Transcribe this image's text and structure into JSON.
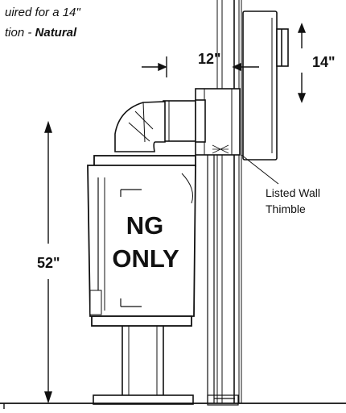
{
  "caption": {
    "line1": "uired for a 14\"",
    "line2_prefix": "tion - ",
    "line2_bold": "Natural"
  },
  "dimensions": {
    "horizontal_clearance": "12\"",
    "vent_height": "14\"",
    "stove_height": "52\""
  },
  "callouts": {
    "wall_thimble_line1": "Listed Wall",
    "wall_thimble_line2": "Thimble"
  },
  "stove_label": {
    "line1": "NG",
    "line2": "ONLY"
  },
  "colors": {
    "line": "#111111",
    "background": "#ffffff"
  }
}
